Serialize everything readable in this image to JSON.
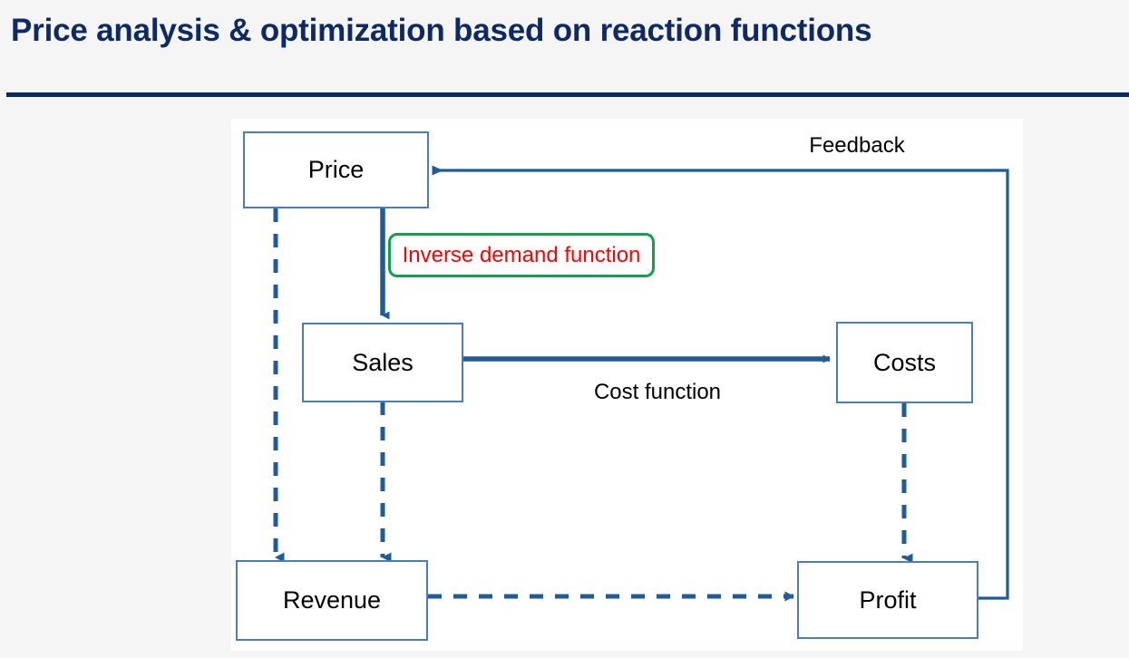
{
  "slide": {
    "title": "Price analysis & optimization based on reaction functions",
    "title_color": "#0d2a66",
    "rule_color": "#0b2b5e",
    "background_color": "#f5f5f5",
    "panel_background_color": "#ffffff"
  },
  "diagram": {
    "type": "flow-diagram",
    "node_border_color": "#4a7ebb",
    "solid_edge_color": "#1f5c99",
    "dashed_edge_color": "#1f5c99",
    "feedback_edge_color": "#1f5c99",
    "nodes": [
      {
        "id": "price",
        "label": "Price"
      },
      {
        "id": "sales",
        "label": "Sales"
      },
      {
        "id": "costs",
        "label": "Costs"
      },
      {
        "id": "revenue",
        "label": "Revenue"
      },
      {
        "id": "profit",
        "label": "Profit"
      }
    ],
    "edge_labels": [
      {
        "id": "feedback",
        "text": "Feedback"
      },
      {
        "id": "cost-function",
        "text": "Cost function"
      }
    ],
    "callout": {
      "id": "inverse-demand",
      "text": "Inverse demand function",
      "text_color": "#ff0000",
      "border_color": "#0ea24a"
    },
    "edges": [
      {
        "from": "price",
        "to": "sales",
        "style": "solid",
        "label": "Inverse demand function"
      },
      {
        "from": "sales",
        "to": "costs",
        "style": "solid",
        "label": "Cost function"
      },
      {
        "from": "price",
        "to": "revenue",
        "style": "dashed",
        "label": ""
      },
      {
        "from": "sales",
        "to": "revenue",
        "style": "dashed",
        "label": ""
      },
      {
        "from": "costs",
        "to": "profit",
        "style": "dashed",
        "label": ""
      },
      {
        "from": "revenue",
        "to": "profit",
        "style": "dashed",
        "label": ""
      },
      {
        "from": "profit",
        "to": "price",
        "style": "solid",
        "label": "Feedback"
      }
    ]
  }
}
